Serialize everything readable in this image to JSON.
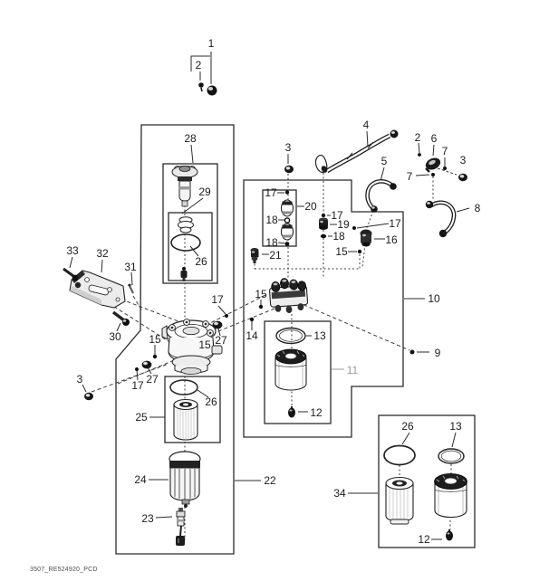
{
  "watermark": "3507_RE524920_PCD",
  "callouts": [
    {
      "label": "1"
    },
    {
      "label": "2"
    },
    {
      "label": "2"
    },
    {
      "label": "3"
    },
    {
      "label": "3"
    },
    {
      "label": "3"
    },
    {
      "label": "4"
    },
    {
      "label": "5"
    },
    {
      "label": "6"
    },
    {
      "label": "7"
    },
    {
      "label": "7"
    },
    {
      "label": "8"
    },
    {
      "label": "9"
    },
    {
      "label": "10"
    },
    {
      "label": "11"
    },
    {
      "label": "12"
    },
    {
      "label": "12"
    },
    {
      "label": "13"
    },
    {
      "label": "13"
    },
    {
      "label": "14"
    },
    {
      "label": "15"
    },
    {
      "label": "15"
    },
    {
      "label": "15"
    },
    {
      "label": "15"
    },
    {
      "label": "16"
    },
    {
      "label": "17"
    },
    {
      "label": "17"
    },
    {
      "label": "17"
    },
    {
      "label": "17"
    },
    {
      "label": "17"
    },
    {
      "label": "18"
    },
    {
      "label": "18"
    },
    {
      "label": "18"
    },
    {
      "label": "19"
    },
    {
      "label": "20"
    },
    {
      "label": "21"
    },
    {
      "label": "22"
    },
    {
      "label": "23"
    },
    {
      "label": "24"
    },
    {
      "label": "25"
    },
    {
      "label": "26"
    },
    {
      "label": "26"
    },
    {
      "label": "26"
    },
    {
      "label": "27"
    },
    {
      "label": "27"
    },
    {
      "label": "28"
    },
    {
      "label": "29"
    },
    {
      "label": "30"
    },
    {
      "label": "31"
    },
    {
      "label": "32"
    },
    {
      "label": "33"
    },
    {
      "label": "34"
    }
  ]
}
